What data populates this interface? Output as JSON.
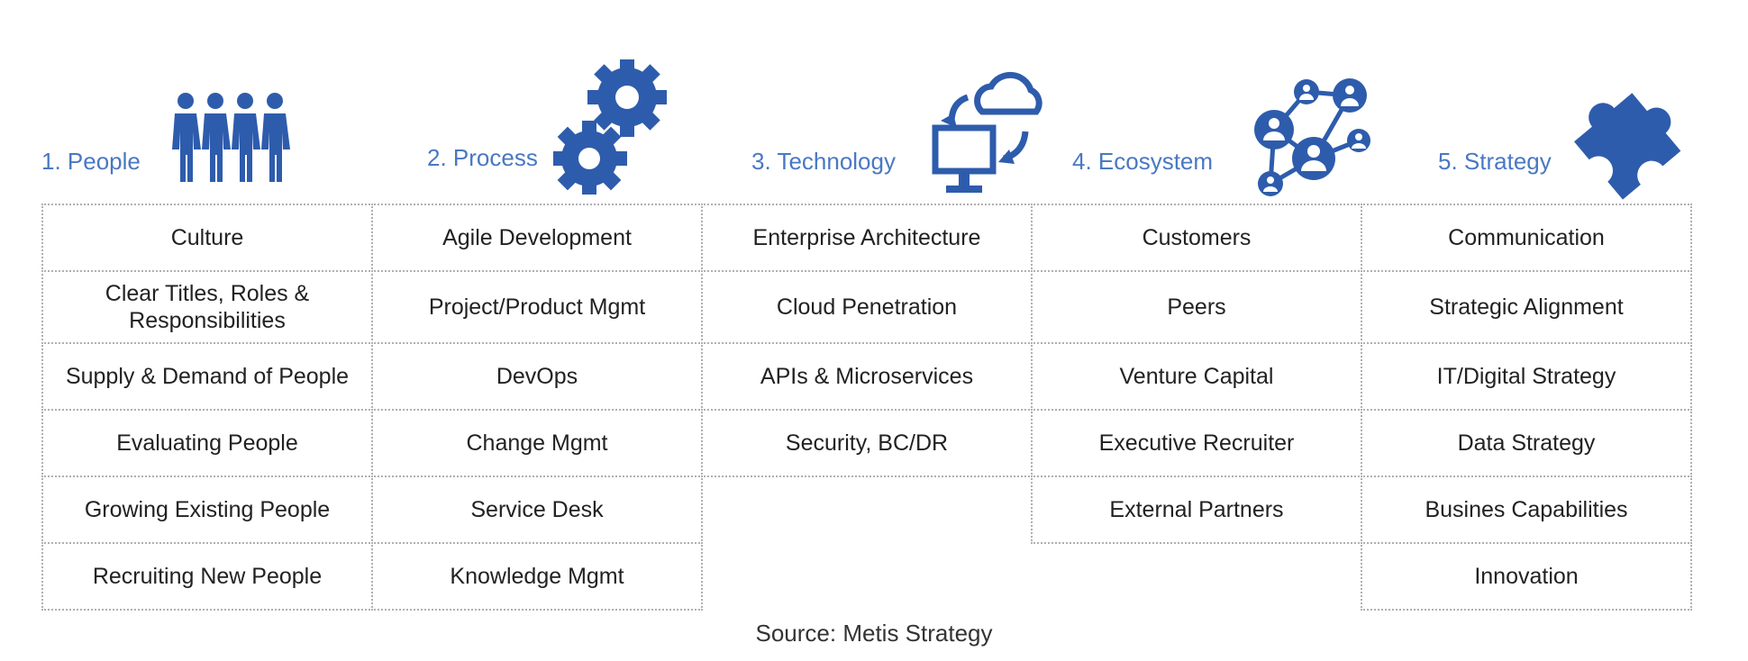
{
  "icon_color": "#2e5cac",
  "title_color": "#4a78c2",
  "columns": [
    {
      "title": "1. People",
      "icon": "people-icon",
      "items": [
        "Culture",
        "Clear Titles, Roles & Responsibilities",
        "Supply & Demand of People",
        "Evaluating People",
        "Growing Existing People",
        "Recruiting New People"
      ]
    },
    {
      "title": "2. Process",
      "icon": "gears-icon",
      "items": [
        "Agile Development",
        "Project/Product Mgmt",
        "DevOps",
        "Change Mgmt",
        "Service Desk",
        "Knowledge Mgmt"
      ]
    },
    {
      "title": "3. Technology",
      "icon": "cloud-computer-icon",
      "items": [
        "Enterprise Architecture",
        "Cloud Penetration",
        "APIs & Microservices",
        "Security, BC/DR"
      ]
    },
    {
      "title": "4. Ecosystem",
      "icon": "network-icon",
      "items": [
        "Customers",
        "Peers",
        "Venture Capital",
        "Executive Recruiter",
        "External Partners"
      ]
    },
    {
      "title": "5. Strategy",
      "icon": "puzzle-piece-icon",
      "items": [
        "Communication",
        "Strategic Alignment",
        "IT/Digital Strategy",
        "Data Strategy",
        "Busines Capabilities",
        "Innovation"
      ]
    }
  ],
  "source": "Source: Metis Strategy"
}
